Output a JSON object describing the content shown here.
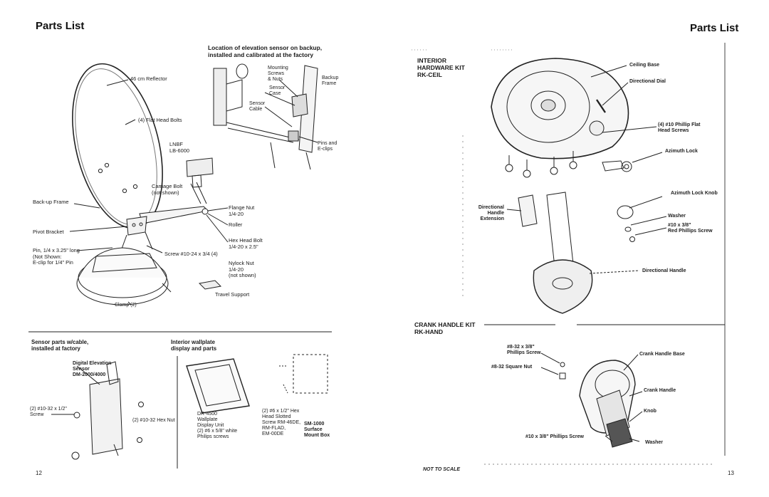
{
  "left_page": {
    "title": "Parts List",
    "page_number": "12",
    "antenna_labels": {
      "reflector": "46 cm Reflector",
      "flat_head_bolts": "(4) Flat Head Bolts",
      "lnbf": "LNBF\nLB-6000",
      "carriage_bolt": "Carriage Bolt\n(not shown)",
      "backup_frame": "Back-up Frame",
      "flange_nut": "Flange Nut\n1/4-20",
      "roller": "Roller",
      "pivot_bracket": "Pivot Bracket",
      "hex_head_bolt": "Hex Head Bolt\n1/4-20 x 2.5\"",
      "pin": "Pin, 1/4 x 3.25\" long\n(Not Shown:\nE-clip for 1/4\" Pin",
      "screw": "Screw #10-24 x 3/4 (4)",
      "nylock_nut": "Nylock Nut\n1/4-20\n(not shown)",
      "travel_support": "Travel Support",
      "clamp": "Clamp (2)"
    },
    "elevation_sensor": {
      "caption": "Location of elevation sensor on backup,\ninstalled and calibrated at the factory",
      "mounting_screws": "Mounting\nScrews\n& Nuts",
      "sensor_case": "Sensor\nCase",
      "backup_frame": "Backup\nFrame",
      "sensor_cable": "Sensor\nCable",
      "pins": "Pins and\nE-clips"
    },
    "sensor_parts": {
      "heading": "Sensor parts w/cable,\ninstalled at factory",
      "sensor_label": "Digital  Elevation\nSensor\nDM-2000/4000",
      "screw_label": "(2) #10-32 x 1/2\"\nScrew",
      "hex_nut_label": "(2) #10-32 Hex Nut"
    },
    "wallplate": {
      "heading": "Interior wallplate\ndisplay and parts",
      "display_label": "DR-4500\nWallplate\nDisplay Unit\n(2) #6 x 5/8\" white\nPhilips screws",
      "hex_screw_label": "(2) #6 x 1/2\" Hex\nHead Slotted\nScrew RM-46DE,\nRM-FLAD,\nEM-00DE",
      "mount_box_label": "SM-1000\nSurface\nMount Box"
    }
  },
  "right_page": {
    "title": "Parts List",
    "page_number": "13",
    "footer_note": "NOT TO SCALE",
    "interior_kit": {
      "heading": "INTERIOR\nHARDWARE KIT\nRK-CEIL",
      "ceiling_base": "Ceiling Base",
      "directional_dial": "Directional Dial",
      "flat_head_screws": "(4) #10 Phillip Flat\nHead Screws",
      "azimuth_lock": "Azimuth Lock",
      "azimuth_lock_knob": "Azimuth Lock Knob",
      "directional_handle_extension": "Directional\nHandle\nExtension",
      "washer": "Washer",
      "red_screw": "#10 x 3/8\"\nRed Phillips Screw",
      "directional_handle": "Directional Handle"
    },
    "crank_kit": {
      "heading": "CRANK HANDLE KIT\nRK-HAND",
      "phillips_screw": "#8-32 x 3/8\"\nPhillips Screw",
      "square_nut": "#8-32 Square Nut",
      "crank_handle_base": "Crank Handle Base",
      "crank_handle": "Crank Handle",
      "knob": "Knob",
      "phillips_screw_10": "#10 x 3/8\" Phillips Screw",
      "washer": "Washer"
    }
  }
}
